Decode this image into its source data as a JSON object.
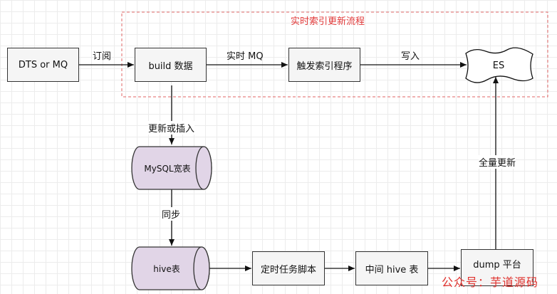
{
  "diagram": {
    "group": {
      "title": "实时索引更新流程"
    },
    "nodes": {
      "dts": "DTS or MQ",
      "build": "build 数据",
      "trigger": "触发索引程序",
      "es": "ES",
      "mysql": "MySQL宽表",
      "hive": "hive表",
      "script": "定时任务脚本",
      "mid_hive": "中间 hive 表",
      "dump": "dump 平台"
    },
    "edges": {
      "subscribe": "订阅",
      "realtime_mq": "实时 MQ",
      "write": "写入",
      "update_insert": "更新或插入",
      "sync": "同步",
      "full_update": "全量更新"
    }
  },
  "watermark": "公众号：芋道源码",
  "colors": {
    "group_border": "#e06666",
    "group_title": "#e23b3b",
    "cylinder_fill": "#e1d5e7",
    "cylinder_stroke": "#333333",
    "box_fill": "#f5f5f5",
    "watermark": "#e0322e"
  }
}
